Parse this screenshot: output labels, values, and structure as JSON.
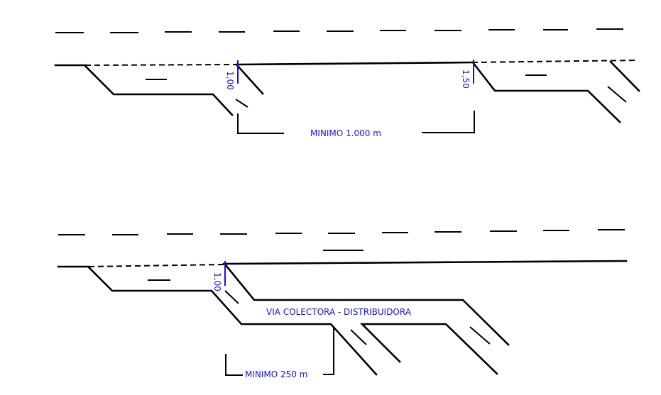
{
  "top_diagram": {
    "offset_dim_left": "1,00",
    "offset_dim_right": "1,50",
    "spacing_label": "MINIMO 1.000 m"
  },
  "bottom_diagram": {
    "offset_dim": "1,00",
    "road_label": "VIA COLECTORA - DISTRIBUIDORA",
    "spacing_label": "MINIMO 250 m"
  },
  "colors": {
    "lines": "#000000",
    "annotations": "#1010ee"
  }
}
